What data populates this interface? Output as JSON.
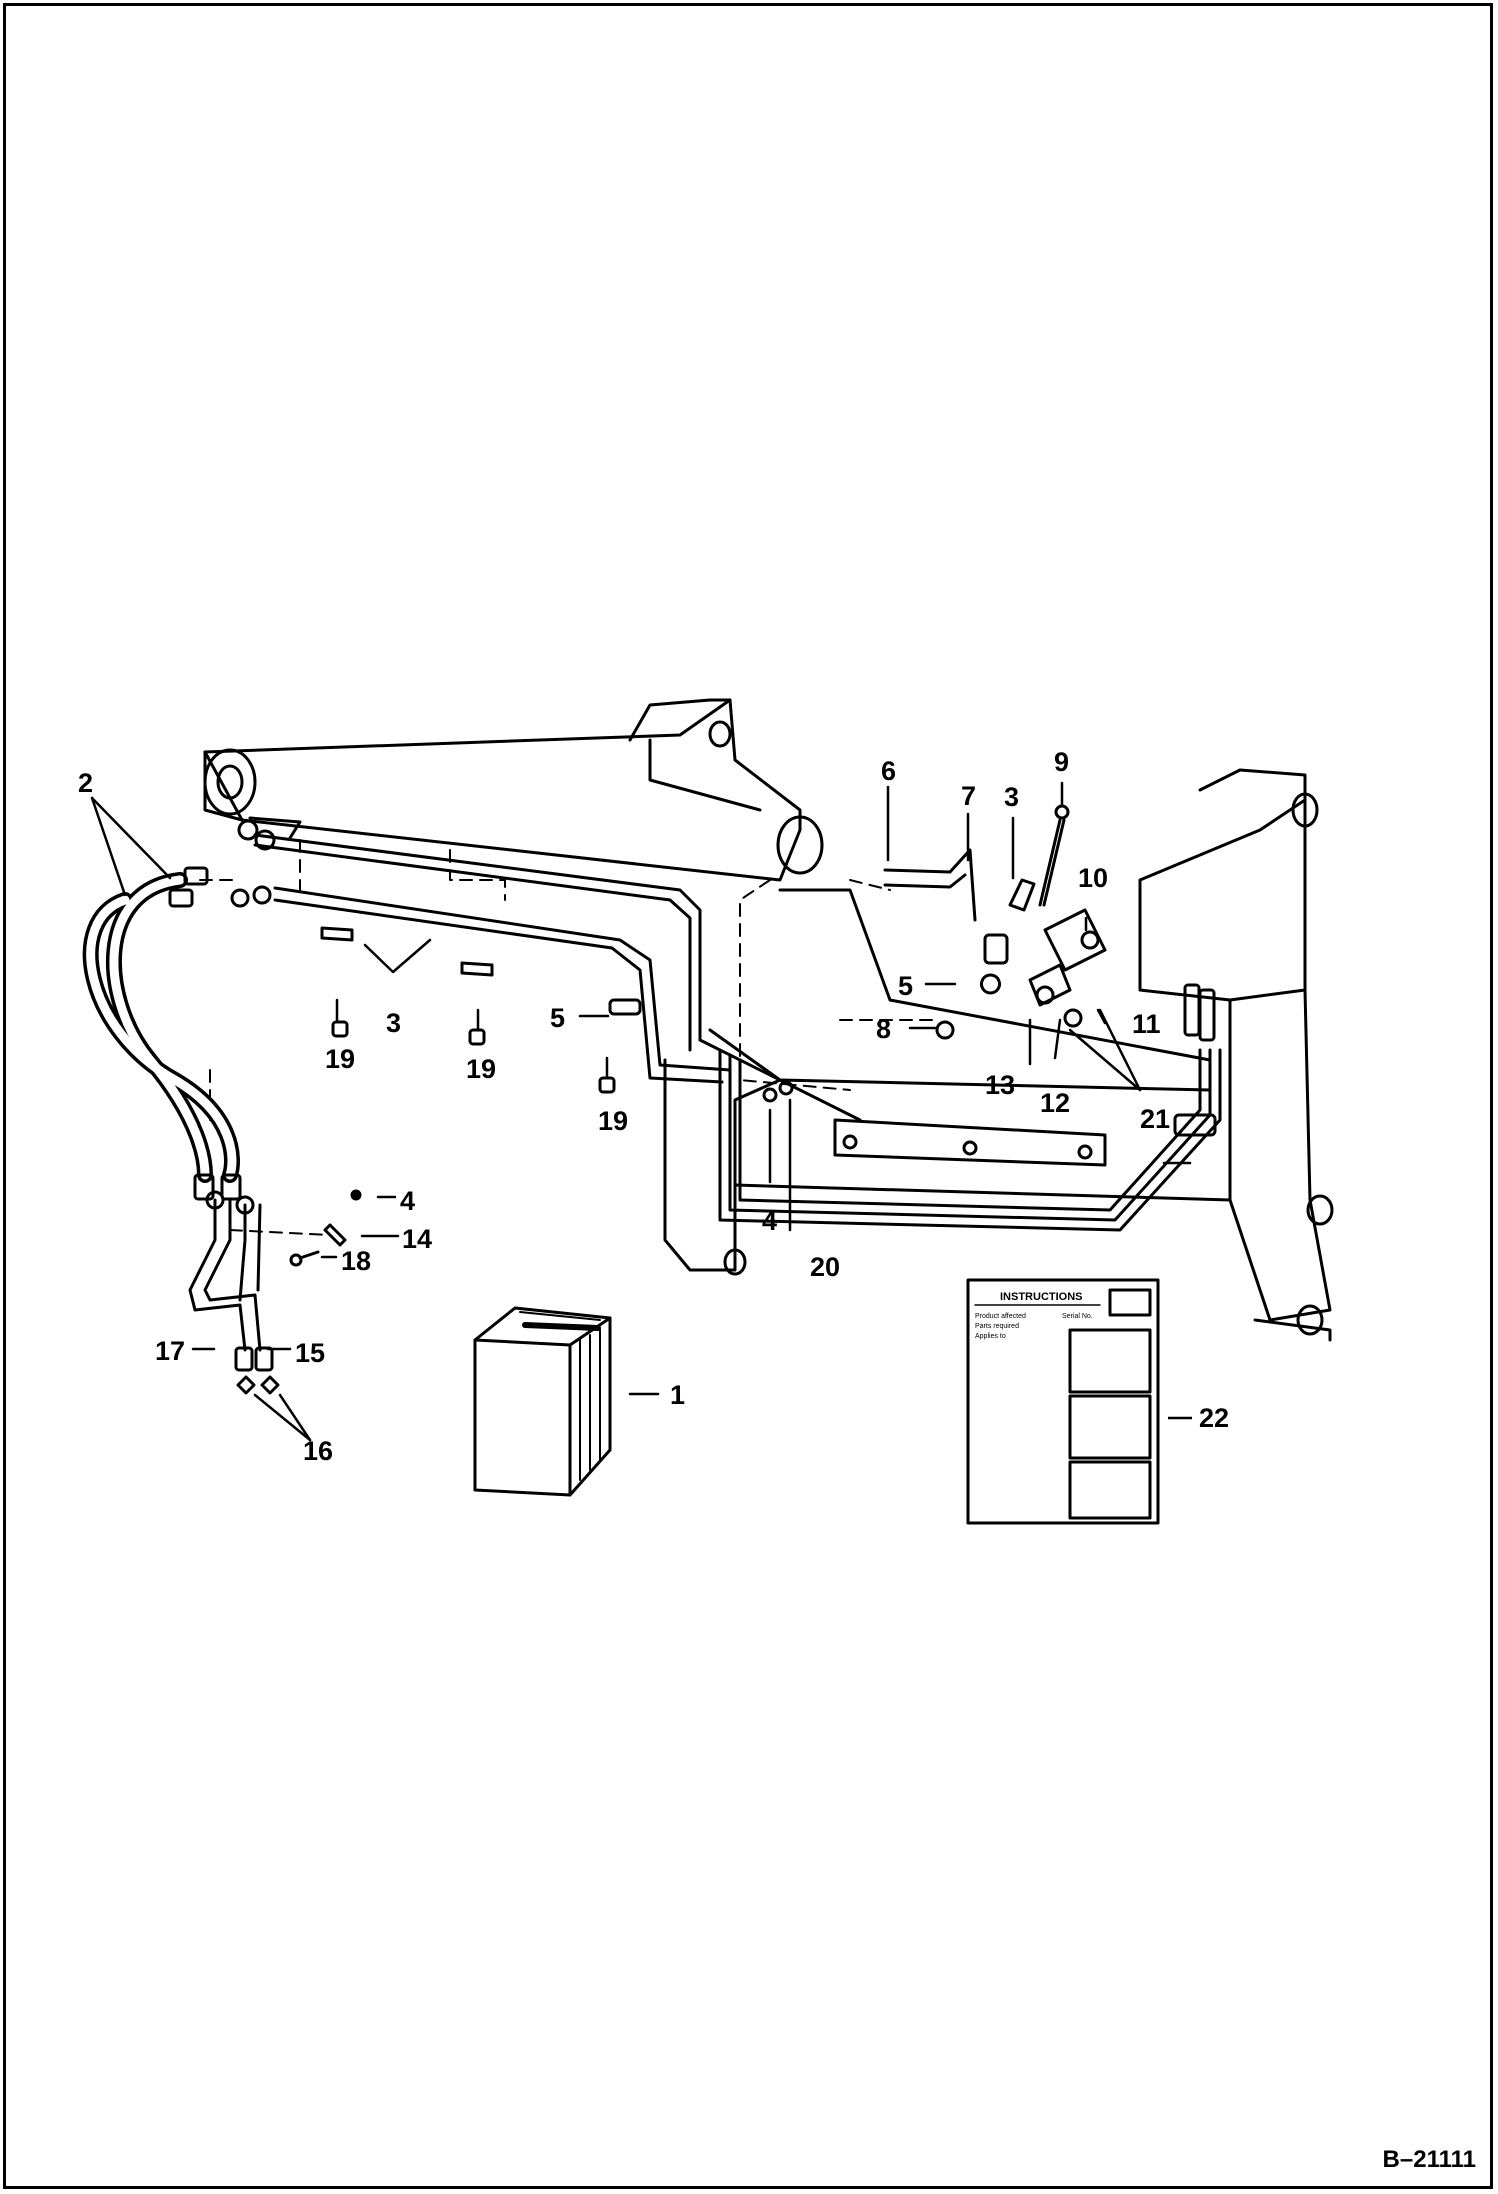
{
  "drawing_number": "B–21111",
  "instructions_form": {
    "title": "INSTRUCTIONS",
    "field_lines": [
      "Product affected",
      "Parts required",
      "Applies to"
    ],
    "corner_label": "Serial No."
  },
  "callouts": {
    "c1": "1",
    "c2": "2",
    "c3a": "3",
    "c3b": "3",
    "c4a": "4",
    "c4b": "4",
    "c5a": "5",
    "c5b": "5",
    "c6": "6",
    "c7": "7",
    "c8": "8",
    "c9": "9",
    "c10": "10",
    "c11": "11",
    "c12": "12",
    "c13": "13",
    "c14": "14",
    "c15": "15",
    "c16": "16",
    "c17": "17",
    "c18": "18",
    "c19a": "19",
    "c19b": "19",
    "c19c": "19",
    "c20": "20",
    "c21": "21",
    "c22": "22"
  }
}
